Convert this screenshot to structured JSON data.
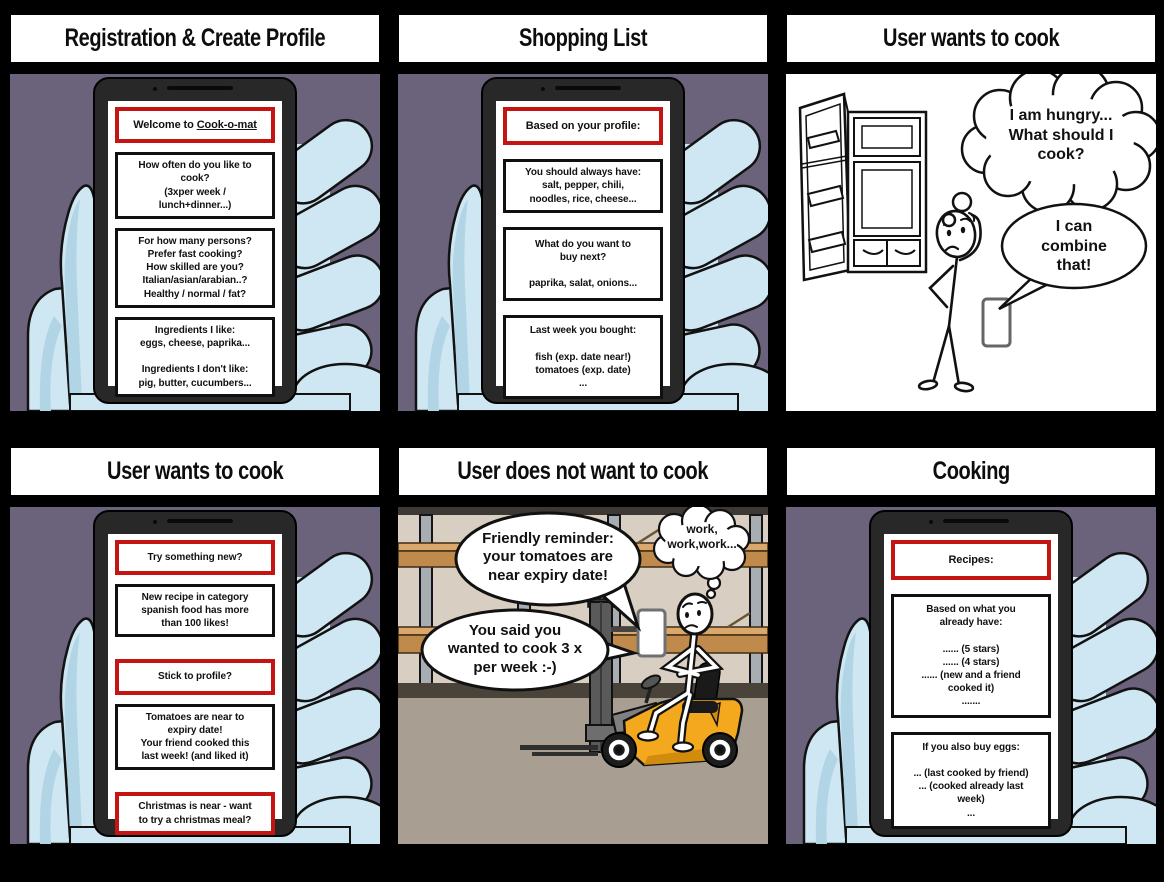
{
  "colors": {
    "canvas_background": "#000000",
    "phone_panel_background": "#6b627c",
    "hand_blue": "#cfe7f3",
    "hand_shade": "#b2d5e5",
    "phone_body": "#282828",
    "accent_red_border": "#c51414",
    "box_black_border": "#101010",
    "warehouse_wall": "#d8cec1",
    "shelf_wood": "#c08a4d",
    "warehouse_floor": "#a89e91",
    "forklift_yellow": "#f3a81d"
  },
  "panel1": {
    "title": "Registration & Create Profile",
    "box1_prefix": "Welcome to ",
    "box1_brand": "Cook-o-mat",
    "box2": "How often do you like to\ncook?\n(3xper week /\nlunch+dinner...)",
    "box3": "For how many persons?\nPrefer fast cooking?\nHow skilled are you?\nItalian/asian/arabian..?\nHealthy / normal / fat?",
    "box4": "Ingredients I like:\neggs, cheese, paprika...\n\nIngredients I don't like:\npig, butter, cucumbers..."
  },
  "panel2": {
    "title": "Shopping List",
    "box1": "Based on your profile:",
    "box2": "You should always have:\nsalt, pepper, chili,\nnoodles, rice, cheese...",
    "box3": "What do you want to\nbuy next?\n\npaprika, salat, onions...",
    "box4": "Last week you bought:\n\nfish (exp. date near!)\ntomatoes (exp. date)\n..."
  },
  "panel3": {
    "title": "User wants to cook",
    "thought_bubble": "I am hungry...\nWhat should I\ncook?",
    "speech_bubble": "I can\ncombine\nthat!"
  },
  "panel4": {
    "title": "User wants to cook",
    "box1": "Try something new?",
    "box2": "New recipe in category\nspanish food has more\nthan 100 likes!",
    "box3": "Stick to profile?",
    "box4": "Tomatoes are near to\nexpiry date!\nYour friend cooked this\nlast week! (and liked it)",
    "box5": "Christmas is near - want\nto try a christmas meal?"
  },
  "panel5": {
    "title": "User does not want to cook",
    "bubble1": "Friendly reminder:\nyour tomatoes are\nnear expiry date!",
    "bubble2": "You said you\nwanted to cook 3 x\nper week :-)",
    "thought_bubble": "work,\nwork,work..."
  },
  "panel6": {
    "title": "Cooking",
    "box1": "Recipes:",
    "box2": "Based on what you\nalready have:\n\n...... (5 stars)\n...... (4 stars)\n...... (new and a friend\ncooked it)\n.......",
    "box3": "If you also buy eggs:\n\n... (last cooked by friend)\n... (cooked already last\nweek)\n..."
  }
}
